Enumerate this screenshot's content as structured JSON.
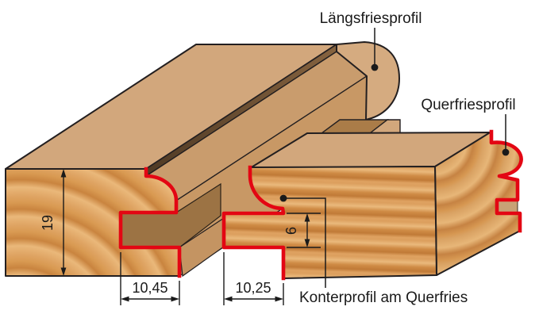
{
  "diagram": {
    "labels": {
      "laengsfries": "Längsfriesprofil",
      "querfries": "Querfriesprofil",
      "konterprofil": "Konterprofil am Querfries"
    },
    "dimensions": {
      "board_height": "19",
      "groove_depth": "10,45",
      "tongue_length": "10,25",
      "tongue_thickness": "6"
    },
    "colors": {
      "profile_highlight_red": "#e30613",
      "outline_black": "#231f20",
      "wood_flat_tan": "#d2a77c",
      "wood_grain_orange": "#d99c5a",
      "groove_dark_brown": "#9c7344"
    }
  }
}
